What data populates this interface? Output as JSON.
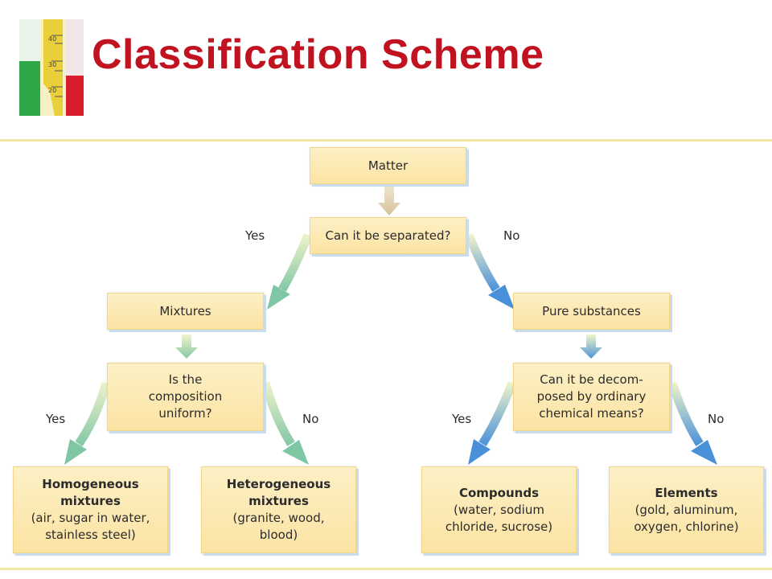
{
  "slide": {
    "title": "Classification Scheme"
  },
  "header_image": {
    "icon": "graduated-cylinder-icon",
    "scale_marks": [
      "40",
      "30",
      "20"
    ]
  },
  "nodes": {
    "matter": "Matter",
    "separated_question": "Can it be separated?",
    "mixtures": "Mixtures",
    "pure_substances": "Pure substances",
    "composition_question": "Is the\ncomposition\nuniform?",
    "decompose_question": "Can it be decom-\nposed by ordinary\nchemical means?",
    "homogeneous": {
      "name": "Homogeneous\nmixtures",
      "examples": "(air, sugar in water,\nstainless steel)"
    },
    "heterogeneous": {
      "name": "Heterogeneous\nmixtures",
      "examples": "(granite, wood,\nblood)"
    },
    "compounds": {
      "name": "Compounds",
      "examples": "(water, sodium\nchloride, sucrose)"
    },
    "elements": {
      "name": "Elements",
      "examples": "(gold, aluminum,\noxygen, chlorine)"
    }
  },
  "branch_labels": {
    "separated_yes": "Yes",
    "separated_no": "No",
    "composition_yes": "Yes",
    "composition_no": "No",
    "decompose_yes": "Yes",
    "decompose_no": "No"
  },
  "colors": {
    "title": "#c1121f",
    "box_fill": "#fce9b4",
    "arrow_green": "#7fc6a4",
    "arrow_blue": "#4a90d9",
    "arrow_tan": "#d8c7a3"
  }
}
